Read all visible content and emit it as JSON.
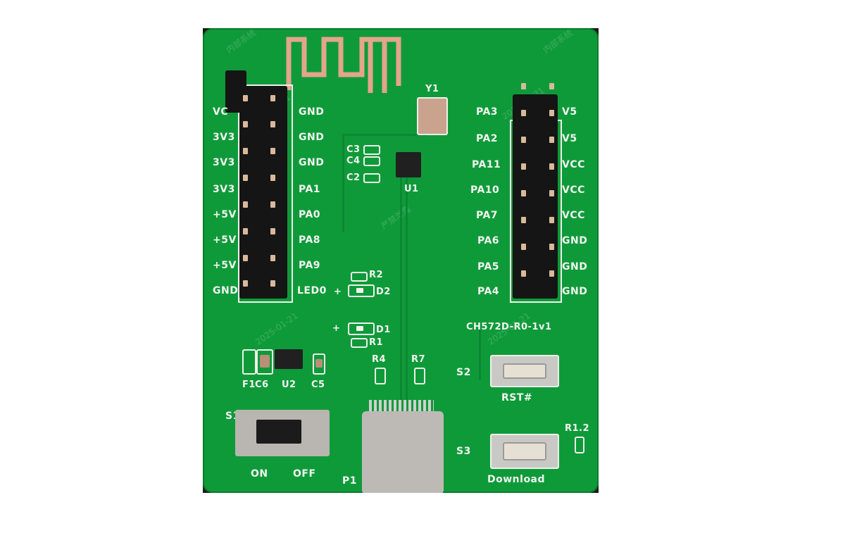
{
  "board": {
    "model_label": "CH572D-R0-1v1",
    "colors": {
      "solder_mask": "#0f9a3a",
      "silkscreen": "#f2f5f0",
      "copper_antenna": "#e3a58c",
      "header_plastic": "#151515",
      "pin": "#d9b99a"
    },
    "left_header": {
      "left_labels": [
        "VC",
        "3V3",
        "3V3",
        "3V3",
        "+5V",
        "+5V",
        "+5V",
        "GND"
      ],
      "right_labels": [
        "GND",
        "GND",
        "GND",
        "PA1",
        "PA0",
        "PA8",
        "PA9",
        "LED0"
      ]
    },
    "right_header": {
      "left_labels": [
        "PA3",
        "PA2",
        "PA11",
        "PA10",
        "PA7",
        "PA6",
        "PA5",
        "PA4"
      ],
      "right_labels": [
        "V5",
        "V5",
        "VCC",
        "VCC",
        "VCC",
        "GND",
        "GND",
        "GND"
      ]
    },
    "components": {
      "crystal": "Y1",
      "mcu": "U1",
      "caps_near_mcu": [
        "C3",
        "C4",
        "C2"
      ],
      "r2": "R2",
      "d2": "D2",
      "d1": "D1",
      "r1": "R1",
      "plus": "+",
      "f1": "F1",
      "c6": "C6",
      "u2": "U2",
      "c5": "C5",
      "r4": "R4",
      "r7": "R7",
      "s1": "S1",
      "s2": "S2",
      "s3": "S3",
      "r12": "R1.2",
      "p1": "P1"
    },
    "switch_labels": {
      "on": "ON",
      "off": "OFF"
    },
    "button_labels": {
      "reset": "RST#",
      "download": "Download"
    },
    "watermark": [
      "内部系统",
      "2025-01-21",
      "严禁泄露"
    ]
  }
}
